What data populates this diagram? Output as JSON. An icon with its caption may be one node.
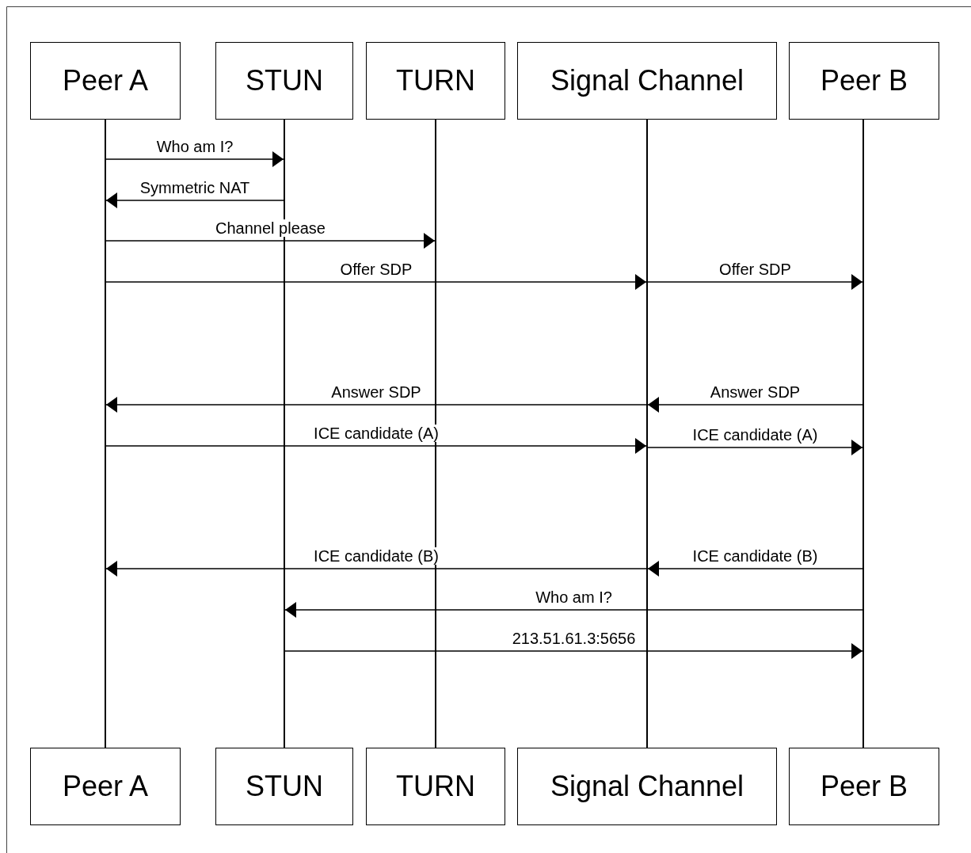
{
  "diagram": {
    "nodes": [
      {
        "text": [
          "Peer A"
        ]
      },
      {
        "text": [
          "STUN"
        ]
      },
      {
        "text": [
          "TURN"
        ]
      },
      {
        "text": [
          "Signal Channel"
        ]
      },
      {
        "text": [
          "Peer B"
        ]
      },
      {
        "text": [],
        "shape": "bar"
      },
      {
        "text": [],
        "shape": "bar"
      },
      {
        "text": [],
        "shape": "bar"
      },
      {
        "text": [],
        "shape": "bar"
      },
      {
        "text": [],
        "shape": "bar"
      },
      {
        "text": [
          "Peer A"
        ]
      },
      {
        "text": [
          "STUN"
        ]
      },
      {
        "text": [
          "TURN"
        ]
      },
      {
        "text": [
          "Signal Channel"
        ]
      },
      {
        "text": [
          "Peer B"
        ]
      }
    ],
    "edges": [
      {
        "from": 5,
        "to": 6,
        "label": "Who am I?",
        "arrow": "to"
      },
      {
        "from": 6,
        "to": 5,
        "label": "Symmetric NAT",
        "arrow": "to"
      },
      {
        "from": 5,
        "to": 7,
        "label": "Channel please",
        "arrow": "to"
      },
      {
        "from": 5,
        "to": 8,
        "label": "Offer SDP",
        "arrow": "to"
      },
      {
        "from": 8,
        "to": 9,
        "label": "Offer SDP",
        "arrow": "to"
      },
      {
        "from": 8,
        "to": 5,
        "label": "Answer SDP",
        "arrow": "to"
      },
      {
        "from": 9,
        "to": 8,
        "label": "Answer SDP",
        "arrow": "to"
      },
      {
        "from": 5,
        "to": 8,
        "label": "ICE candidate (A)",
        "arrow": "to"
      },
      {
        "from": 8,
        "to": 9,
        "label": "ICE candidate (A)",
        "arrow": "to"
      },
      {
        "from": 8,
        "to": 5,
        "label": "ICE candidate (B)",
        "arrow": "to"
      },
      {
        "from": 9,
        "to": 8,
        "label": "ICE candidate (B)",
        "arrow": "to"
      },
      {
        "from": 9,
        "to": 6,
        "label": "Who am I?",
        "arrow": "to"
      },
      {
        "from": 6,
        "to": 9,
        "label": "213.51.61.3:5656",
        "arrow": "to"
      }
    ]
  }
}
